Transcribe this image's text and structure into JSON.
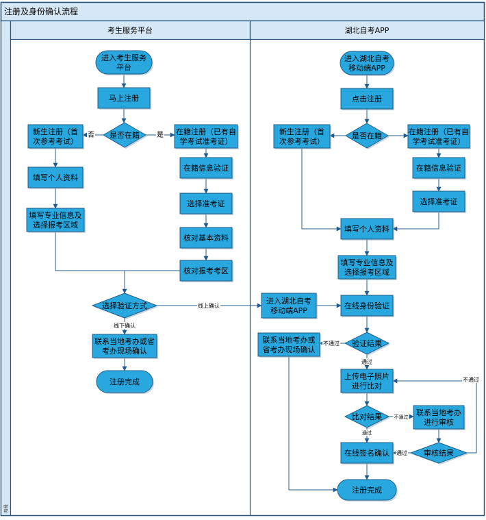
{
  "title": "注册及身份确认流程",
  "phase_label": "阶段",
  "lanes": {
    "left": "考生服务平台",
    "right": "湖北自考APP"
  },
  "colors": {
    "node_fill": "#29A8E0",
    "node_stroke": "#1F5E86",
    "header_fill": "#D6E8F6",
    "line": "#215C8C",
    "frame": "#27557E"
  },
  "left_nodes": {
    "start": [
      "进入考生服务",
      "平台"
    ],
    "register": [
      "马上注册"
    ],
    "is_enrolled": [
      "是否在籍"
    ],
    "new_register": [
      "新生注册（首",
      "次参考考试）"
    ],
    "enrolled_register": [
      "在籍注册（已有自",
      "学考试准考证）"
    ],
    "enrolled_verify": [
      "在籍信息验证"
    ],
    "choose_ticket": [
      "选择准考证"
    ],
    "check_basic": [
      "核对基本资料"
    ],
    "check_area": [
      "核对报考考区"
    ],
    "fill_personal": [
      "填写个人资料"
    ],
    "fill_major": [
      "填写专业信息及",
      "选择报考区域"
    ],
    "verify_method": [
      "选择验证方式"
    ],
    "contact_office": [
      "联系当地考办或省",
      "考办现场确认"
    ],
    "done": [
      "注册完成"
    ]
  },
  "right_nodes": {
    "start": [
      "进入湖北自考",
      "移动端APP"
    ],
    "click_register": [
      "点击注册"
    ],
    "is_enrolled": [
      "是否在籍"
    ],
    "new_register": [
      "新生注册（首",
      "次参考考试）"
    ],
    "enrolled_register": [
      "在籍注册（已有自",
      "学考试准考证）"
    ],
    "enrolled_verify": [
      "在籍信息验证"
    ],
    "choose_ticket": [
      "选择准考证"
    ],
    "fill_personal": [
      "填写个人资料"
    ],
    "fill_major": [
      "填写专业信息及",
      "选择报考区域"
    ],
    "enter_app": [
      "进入湖北自考",
      "移动端APP"
    ],
    "online_verify": [
      "在线身份验证"
    ],
    "verify_result": [
      "验证结果"
    ],
    "contact_office": [
      "联系当地考办或",
      "省考办现场确认"
    ],
    "upload_photo": [
      "上传电子照片",
      "进行比对"
    ],
    "compare_result": [
      "比对结果"
    ],
    "contact_review": [
      "联系当地考办",
      "进行审核"
    ],
    "review_result": [
      "审核结果"
    ],
    "online_sign": [
      "在线签名确认"
    ],
    "done": [
      "注册完成"
    ]
  },
  "edge_labels": {
    "no": "否",
    "yes": "是",
    "online_confirm": "线上确认",
    "offline_confirm": "线下确认",
    "fail": "不通过",
    "pass": "通过",
    "fail_small": "不通过",
    "pass_small": "通过",
    "fail_review": "不通过",
    "pass_review": "通过"
  }
}
